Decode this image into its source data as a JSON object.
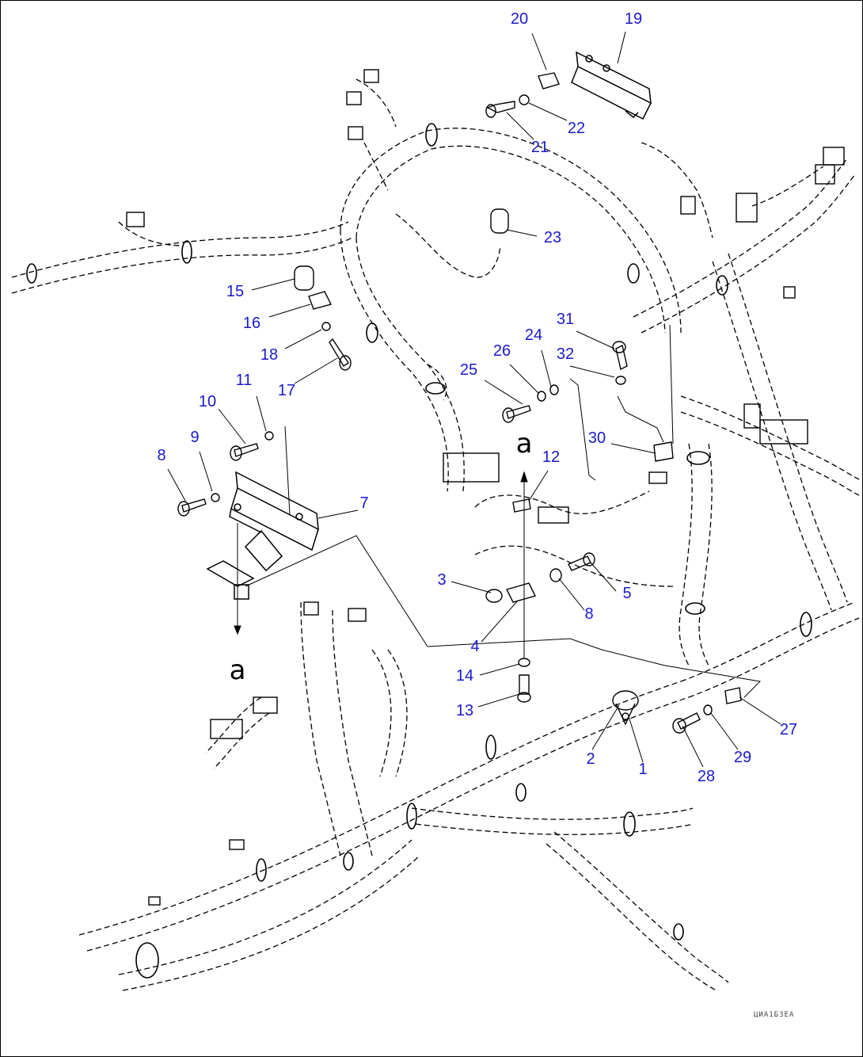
{
  "diagram": {
    "callouts": [
      "20",
      "19",
      "22",
      "21",
      "23",
      "15",
      "16",
      "18",
      "17",
      "11",
      "10",
      "9",
      "8",
      "7",
      "31",
      "24",
      "26",
      "32",
      "25",
      "12",
      "30",
      "3",
      "5",
      "8",
      "4",
      "14",
      "13",
      "2",
      "1",
      "27",
      "29",
      "28"
    ],
    "view_marks": [
      "a",
      "a"
    ],
    "drawing_code": "ЦИА1Б3ЕА"
  },
  "colors": {
    "callout": "#1a1acc",
    "line": "#000000",
    "background": "#ffffff"
  }
}
